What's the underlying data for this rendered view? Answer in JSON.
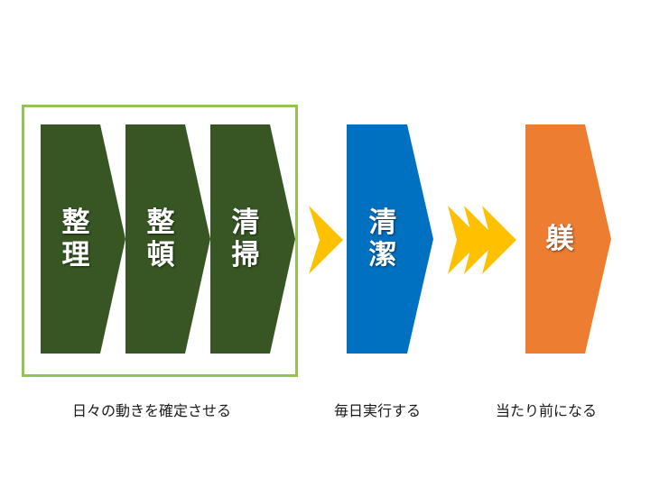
{
  "colors": {
    "frame": "#92c353",
    "dark_green": "#375623",
    "blue": "#0070c0",
    "orange": "#ed7d31",
    "arrow": "#ffc000"
  },
  "steps": [
    {
      "label": "整\n理",
      "color": "#375623"
    },
    {
      "label": "整\n頓",
      "color": "#375623"
    },
    {
      "label": "清\n掃",
      "color": "#375623"
    },
    {
      "label": "清\n潔",
      "color": "#0070c0"
    },
    {
      "label": "躾",
      "color": "#ed7d31"
    }
  ],
  "captions": [
    "日々の動きを確定させる",
    "毎日実行する",
    "当たり前になる"
  ]
}
